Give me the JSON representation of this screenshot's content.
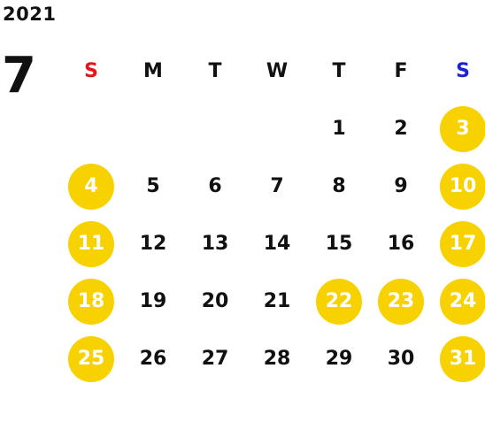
{
  "year": "2021",
  "month": "7",
  "weekdays": [
    "S",
    "M",
    "T",
    "W",
    "T",
    "F",
    "S"
  ],
  "colors": {
    "sunday_header": "#e8141b",
    "saturday_header": "#1a23d6",
    "highlight": "#f7d200"
  },
  "weeks": [
    [
      "",
      "",
      "",
      "",
      "1",
      "2",
      "3"
    ],
    [
      "4",
      "5",
      "6",
      "7",
      "8",
      "9",
      "10"
    ],
    [
      "11",
      "12",
      "13",
      "14",
      "15",
      "16",
      "17"
    ],
    [
      "18",
      "19",
      "20",
      "21",
      "22",
      "23",
      "24"
    ],
    [
      "25",
      "26",
      "27",
      "28",
      "29",
      "30",
      "31"
    ]
  ],
  "highlighted_days": [
    "3",
    "4",
    "10",
    "11",
    "17",
    "18",
    "22",
    "23",
    "24",
    "25",
    "31"
  ]
}
